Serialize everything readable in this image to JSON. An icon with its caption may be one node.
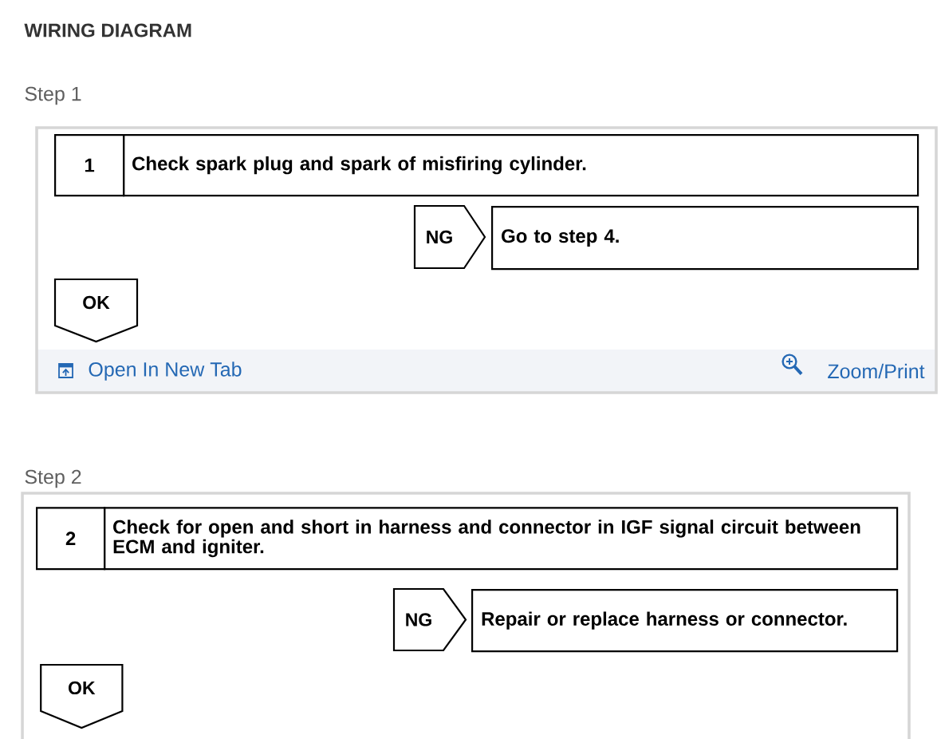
{
  "diagram": {
    "title": "WIRING DIAGRAM",
    "nodes": [
      {
        "text": [
          "Step 1",
          "Open In New Tab",
          "Zoom/Print"
        ]
      },
      {
        "text": [
          "1",
          "Check spark plug and spark of misfiring cylinder."
        ],
        "in": 0
      },
      {
        "text": [
          "NG"
        ],
        "in": 0
      },
      {
        "text": [
          "Go to step 4."
        ],
        "in": 0
      },
      {
        "text": [
          "OK"
        ],
        "in": 0
      },
      {
        "text": [
          "Step 2"
        ]
      },
      {
        "text": [
          "2",
          "Check for open and short in harness and connector in IGF signal circuit between ECM and igniter."
        ],
        "in": 5
      },
      {
        "text": [
          "NG"
        ],
        "in": 5
      },
      {
        "text": [
          "Repair or replace harness or connector."
        ],
        "in": 5
      },
      {
        "text": [
          "OK"
        ],
        "in": 5
      }
    ]
  }
}
